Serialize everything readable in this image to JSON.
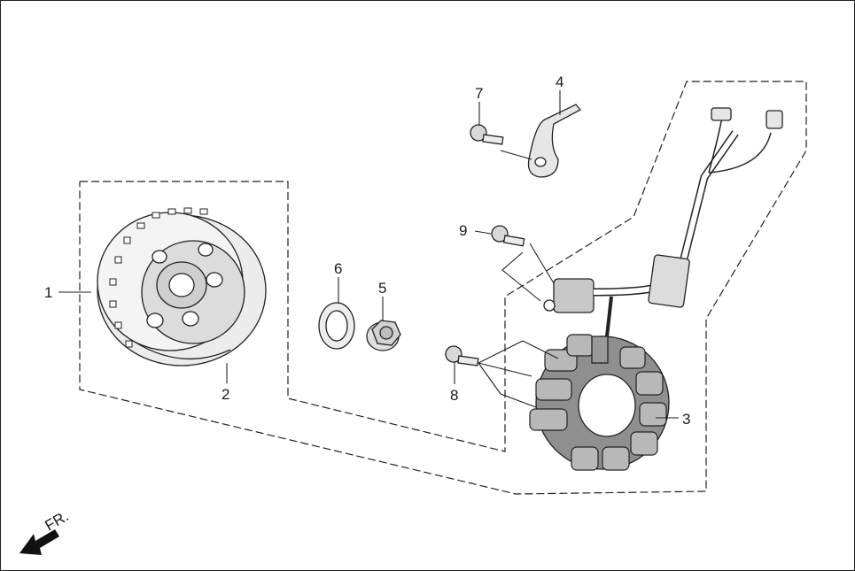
{
  "diagram": {
    "orientation_label": "FR.",
    "callouts": [
      "1",
      "2",
      "3",
      "4",
      "5",
      "6",
      "7",
      "8",
      "9"
    ]
  },
  "colors": {
    "line": "#222222",
    "part_fill": "#e6e6e6",
    "part_shade": "#9a9a9a",
    "background": "#ffffff"
  }
}
